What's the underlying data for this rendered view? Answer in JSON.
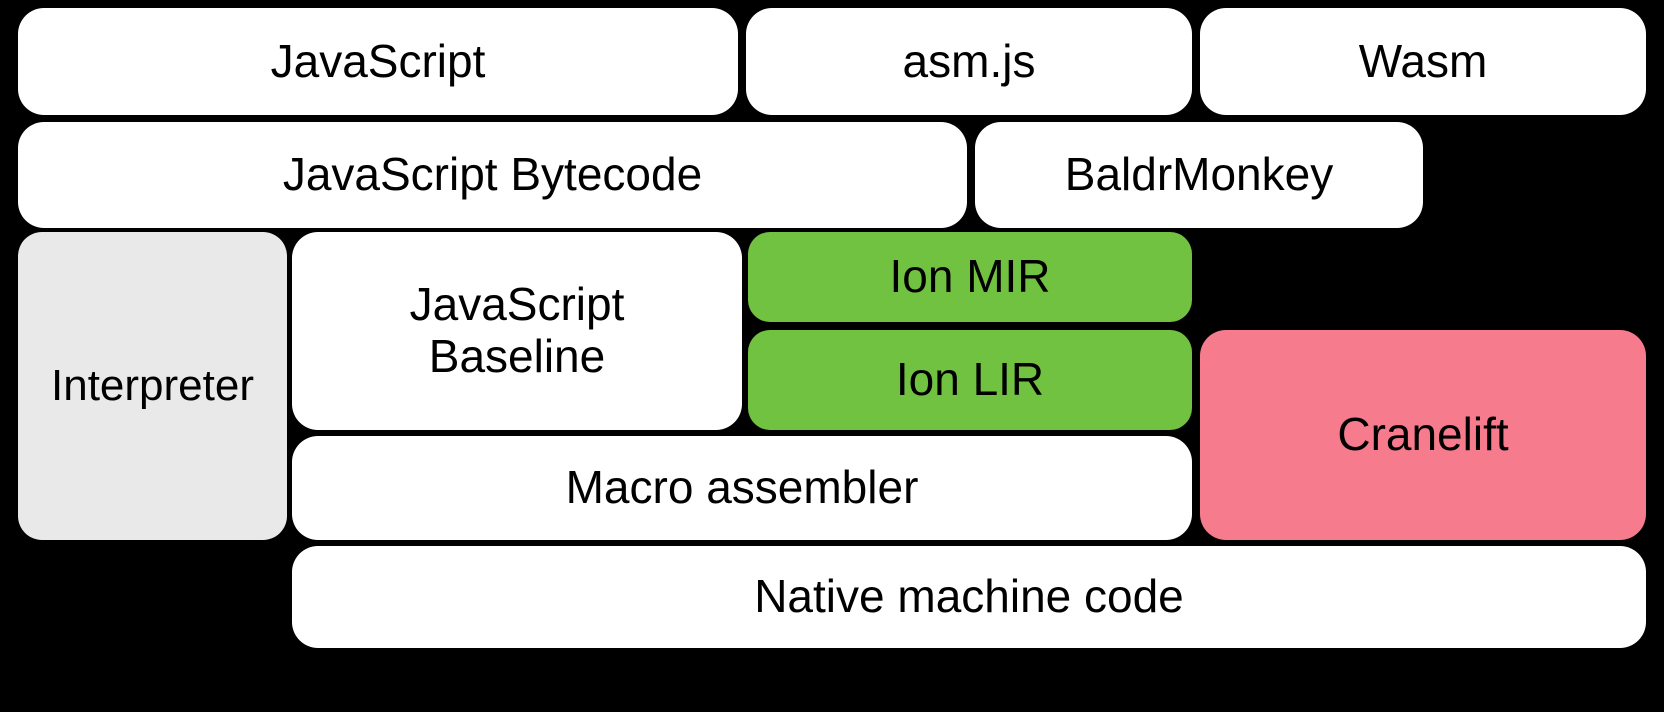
{
  "diagram": {
    "title": "SpiderMonkey JavaScript / WebAssembly compilation pipeline",
    "background_color": "#000000",
    "palette": {
      "white": "#ffffff",
      "gray": "#e9e9e9",
      "green": "#72c242",
      "pink": "#f67b8c",
      "text": "#000000"
    },
    "rows": [
      {
        "name": "source-languages",
        "nodes": [
          "javascript",
          "asmjs",
          "wasm"
        ]
      },
      {
        "name": "intermediate-entry",
        "nodes": [
          "js-bytecode",
          "baldrmonkey"
        ]
      },
      {
        "name": "execution-tiers",
        "nodes": [
          "interpreter",
          "js-baseline",
          "ion-mir",
          "ion-lir",
          "cranelift"
        ]
      },
      {
        "name": "backend",
        "nodes": [
          "macro-assembler"
        ]
      },
      {
        "name": "output",
        "nodes": [
          "native-code"
        ]
      }
    ],
    "nodes": {
      "javascript": {
        "label": "JavaScript",
        "color": "white"
      },
      "asmjs": {
        "label": "asm.js",
        "color": "white"
      },
      "wasm": {
        "label": "Wasm",
        "color": "white"
      },
      "js_bytecode": {
        "label": "JavaScript Bytecode",
        "color": "white"
      },
      "baldrmonkey": {
        "label": "BaldrMonkey",
        "color": "white"
      },
      "interpreter": {
        "label": "Interpreter",
        "color": "gray"
      },
      "js_baseline": {
        "label": "JavaScript\nBaseline",
        "color": "white"
      },
      "ion_mir": {
        "label": "Ion MIR",
        "color": "green"
      },
      "ion_lir": {
        "label": "Ion LIR",
        "color": "green"
      },
      "cranelift": {
        "label": "Cranelift",
        "color": "pink"
      },
      "macro_assembler": {
        "label": "Macro assembler",
        "color": "white"
      },
      "native_code": {
        "label": "Native machine code",
        "color": "white"
      }
    }
  }
}
